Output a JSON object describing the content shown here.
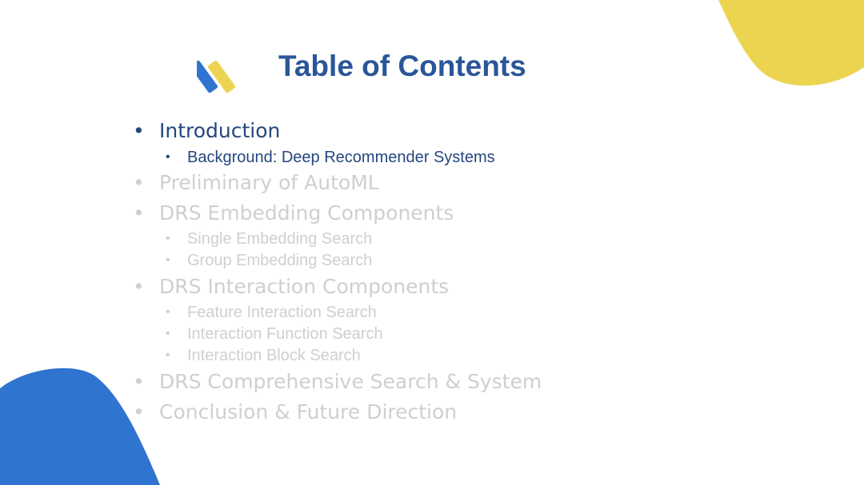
{
  "title": "Table of Contents",
  "colors": {
    "title_blue": "#2a5699",
    "active_blue": "#24477f",
    "muted_gray": "#cfcfcf",
    "accent_yellow": "#ecd451",
    "accent_blue": "#2f74cf"
  },
  "logo_icon": "two-slanted-bars-logo",
  "toc": [
    {
      "text": "Introduction",
      "level": 1,
      "active": true
    },
    {
      "text": "Background: Deep Recommender Systems",
      "level": 2,
      "active": true
    },
    {
      "text": "Preliminary of AutoML",
      "level": 1,
      "active": false
    },
    {
      "text": "DRS Embedding Components",
      "level": 1,
      "active": false
    },
    {
      "text": "Single Embedding Search",
      "level": 2,
      "active": false
    },
    {
      "text": "Group Embedding Search",
      "level": 2,
      "active": false
    },
    {
      "text": "DRS Interaction Components",
      "level": 1,
      "active": false
    },
    {
      "text": "Feature Interaction Search",
      "level": 2,
      "active": false
    },
    {
      "text": "Interaction Function Search",
      "level": 2,
      "active": false
    },
    {
      "text": "Interaction Block Search",
      "level": 2,
      "active": false
    },
    {
      "text": "DRS Comprehensive Search & System",
      "level": 1,
      "active": false
    },
    {
      "text": "Conclusion & Future Direction",
      "level": 1,
      "active": false
    }
  ]
}
